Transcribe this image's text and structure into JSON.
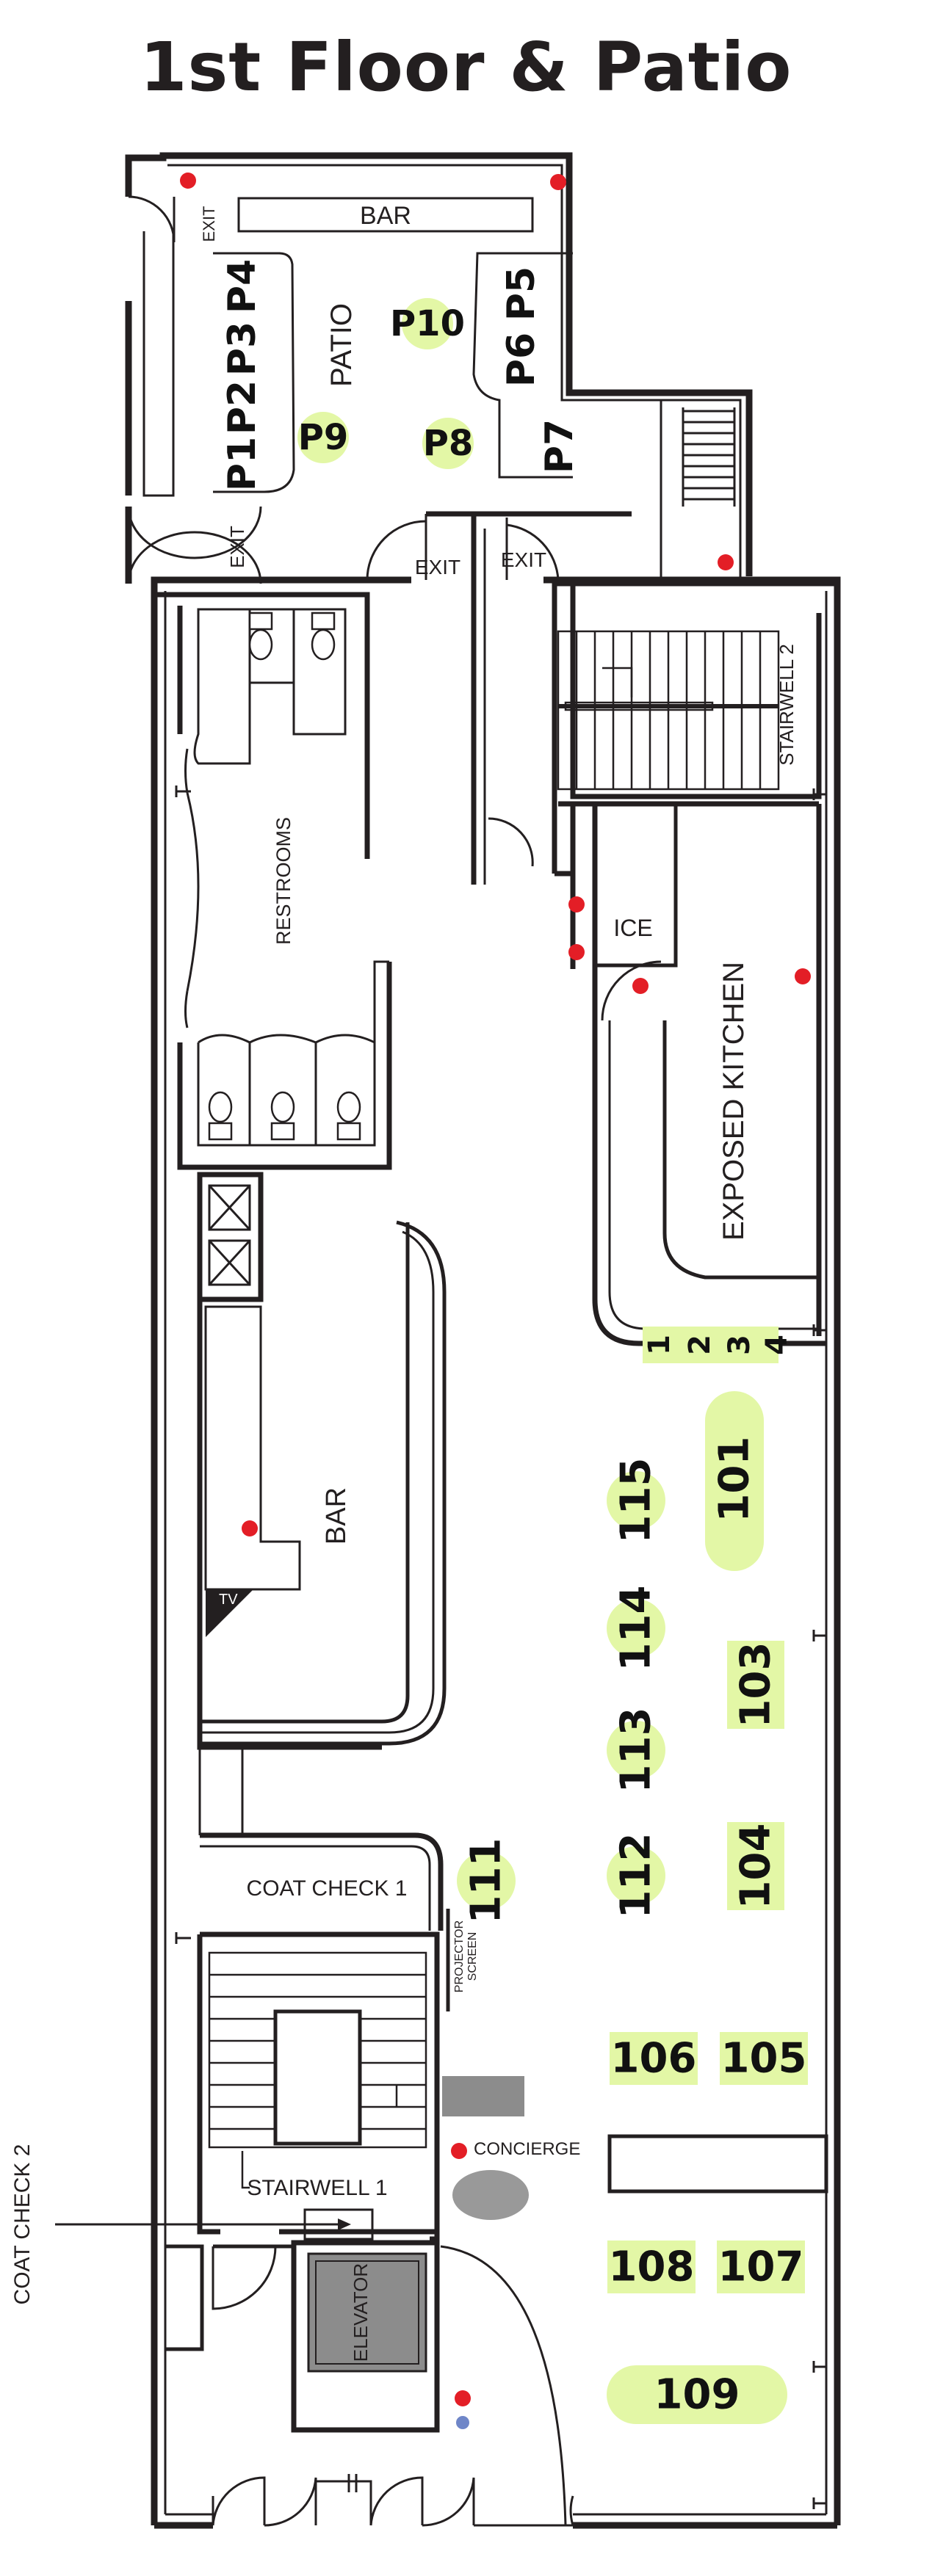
{
  "title": "1st Floor & Patio",
  "colors": {
    "wall": "#231f20",
    "table_highlight": "#e3f7a6",
    "marker": "#e31e26",
    "marker_blue": "#6f86c8",
    "gray_fill": "#8c8c8c",
    "concierge_fill": "#999999"
  },
  "labels": {
    "bar_top": "BAR",
    "exit": "EXIT",
    "patio": "PATIO",
    "stairwell_2": "STAIRWELL 2",
    "restrooms": "RESTROOMS",
    "ice": "ICE",
    "exposed_kitchen": "EXPOSED KITCHEN",
    "bar_main": "BAR",
    "tv": "TV",
    "coat_check_1": "COAT CHECK 1",
    "projector_screen_1": "PROJECTOR",
    "projector_screen_2": "SCREEN",
    "concierge": "CONCIERGE",
    "stairwell_1": "STAIRWELL 1",
    "coat_check_2": "COAT CHECK 2",
    "elevator": "ELEVATOR"
  },
  "tables": {
    "p1": "P1",
    "p2": "P2",
    "p3": "P3",
    "p4": "P4",
    "p5": "P5",
    "p6": "P6",
    "p7": "P7",
    "p8": "P8",
    "p9": "P9",
    "p10": "P10",
    "t1": "1",
    "t2": "2",
    "t3": "3",
    "t4": "4",
    "t101": "101",
    "t103": "103",
    "t104": "104",
    "t105": "105",
    "t106": "106",
    "t107": "107",
    "t108": "108",
    "t109": "109",
    "t111": "111",
    "t112": "112",
    "t113": "113",
    "t114": "114",
    "t115": "115"
  }
}
